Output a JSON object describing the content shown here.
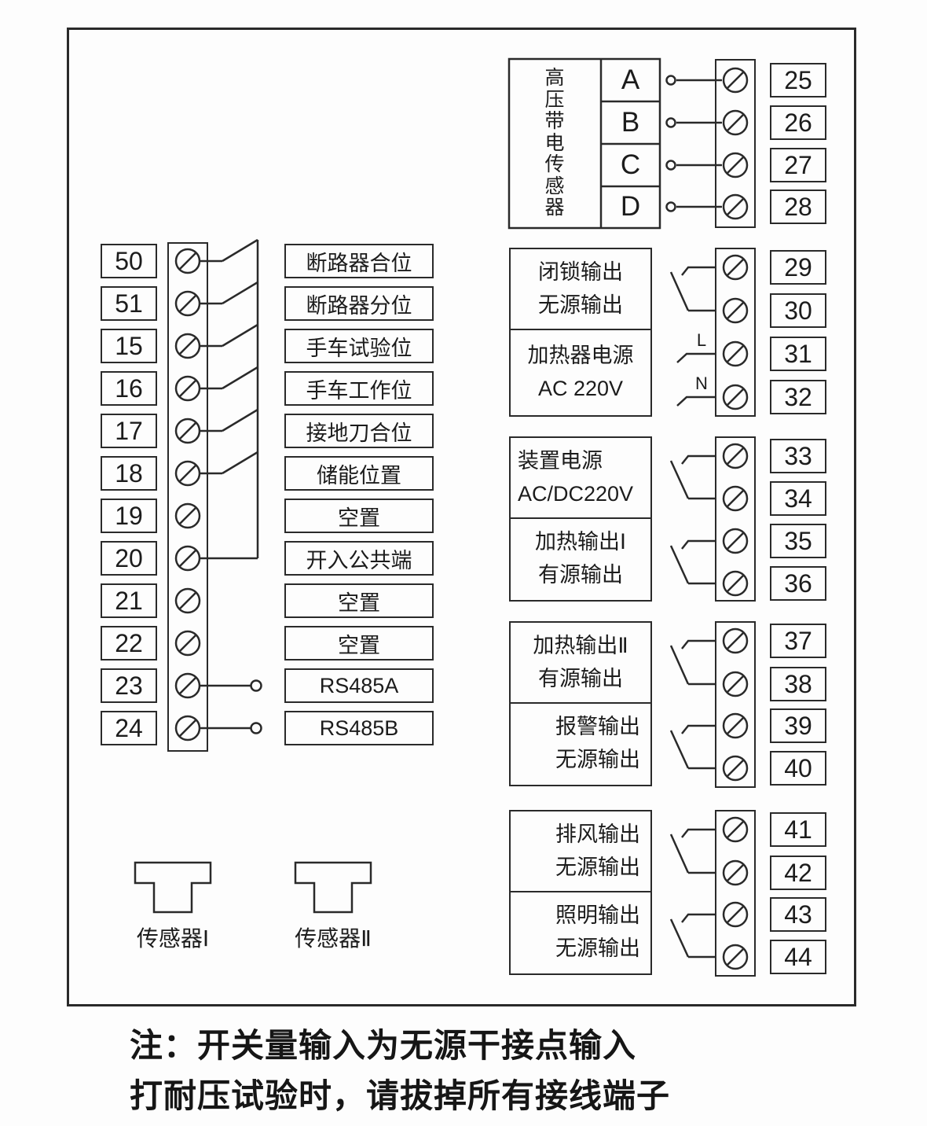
{
  "hv_sensor": {
    "title": "高压带电传感器",
    "channels": [
      {
        "letter": "A",
        "terminal": "25"
      },
      {
        "letter": "B",
        "terminal": "26"
      },
      {
        "letter": "C",
        "terminal": "27"
      },
      {
        "letter": "D",
        "terminal": "28"
      }
    ]
  },
  "left": {
    "rows": [
      {
        "number": "50",
        "label": "断路器合位"
      },
      {
        "number": "51",
        "label": "断路器分位"
      },
      {
        "number": "15",
        "label": "手车试验位"
      },
      {
        "number": "16",
        "label": "手车工作位"
      },
      {
        "number": "17",
        "label": "接地刀合位"
      },
      {
        "number": "18",
        "label": "储能位置"
      },
      {
        "number": "19",
        "label": "空置"
      },
      {
        "number": "20",
        "label": "开入公共端"
      },
      {
        "number": "21",
        "label": "空置"
      },
      {
        "number": "22",
        "label": "空置"
      },
      {
        "number": "23",
        "label": "RS485A"
      },
      {
        "number": "24",
        "label": "RS485B"
      }
    ]
  },
  "right": {
    "groups": [
      {
        "line1": "闭锁输出",
        "line2": "无源输出",
        "terminals": [
          "29",
          "30"
        ]
      },
      {
        "line1": "加热器电源",
        "line2": "AC 220V",
        "terminals": [
          "31",
          "32"
        ],
        "wire_labels": [
          "L",
          "N"
        ]
      },
      {
        "line1": "装置电源",
        "line2": "AC/DC220V",
        "terminals": [
          "33",
          "34"
        ]
      },
      {
        "line1": "加热输出Ⅰ",
        "line2": "有源输出",
        "terminals": [
          "35",
          "36"
        ]
      },
      {
        "line1": "加热输出Ⅱ",
        "line2": "有源输出",
        "terminals": [
          "37",
          "38"
        ]
      },
      {
        "line1": "报警输出",
        "line2": "无源输出",
        "terminals": [
          "39",
          "40"
        ]
      },
      {
        "line1": "排风输出",
        "line2": "无源输出",
        "terminals": [
          "41",
          "42"
        ]
      },
      {
        "line1": "照明输出",
        "line2": "无源输出",
        "terminals": [
          "43",
          "44"
        ]
      }
    ]
  },
  "sensors": [
    {
      "label": "传感器Ⅰ"
    },
    {
      "label": "传感器Ⅱ"
    }
  ],
  "notes": [
    "注：开关量输入为无源干接点输入",
    "打耐压试验时，请拔掉所有接线端子"
  ],
  "colors": {
    "line": "#2a2a2a",
    "background": "#fdfdfd"
  }
}
